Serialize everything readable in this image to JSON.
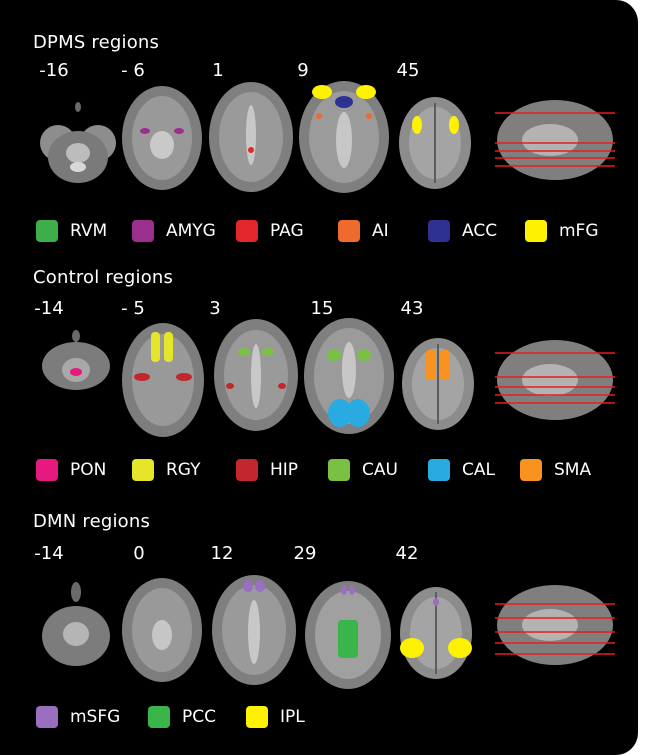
{
  "sections": [
    {
      "title": "DPMS regions",
      "slices": [
        "-16",
        "- 6",
        "1",
        "9",
        "45"
      ],
      "legend": [
        {
          "label": "RVM",
          "color": "#3dae4a"
        },
        {
          "label": "AMYG",
          "color": "#9b2f8e"
        },
        {
          "label": "PAG",
          "color": "#e2262b"
        },
        {
          "label": "AI",
          "color": "#ef6b2d"
        },
        {
          "label": "ACC",
          "color": "#2e3192"
        },
        {
          "label": "mFG",
          "color": "#fff200"
        }
      ]
    },
    {
      "title": "Control regions",
      "slices": [
        "-14",
        "- 5",
        "3",
        "15",
        "43"
      ],
      "legend": [
        {
          "label": "PON",
          "color": "#e6197e"
        },
        {
          "label": "RGY",
          "color": "#e5e52a"
        },
        {
          "label": "HIP",
          "color": "#c1272d"
        },
        {
          "label": "CAU",
          "color": "#7ac143"
        },
        {
          "label": "CAL",
          "color": "#29abe2"
        },
        {
          "label": "SMA",
          "color": "#f7931e"
        }
      ]
    },
    {
      "title": "DMN regions",
      "slices": [
        "-14",
        "0",
        "12",
        "29",
        "42"
      ],
      "legend": [
        {
          "label": "mSFG",
          "color": "#9b6fc0"
        },
        {
          "label": "PCC",
          "color": "#39b54a"
        },
        {
          "label": "IPL",
          "color": "#fff200"
        }
      ]
    }
  ]
}
